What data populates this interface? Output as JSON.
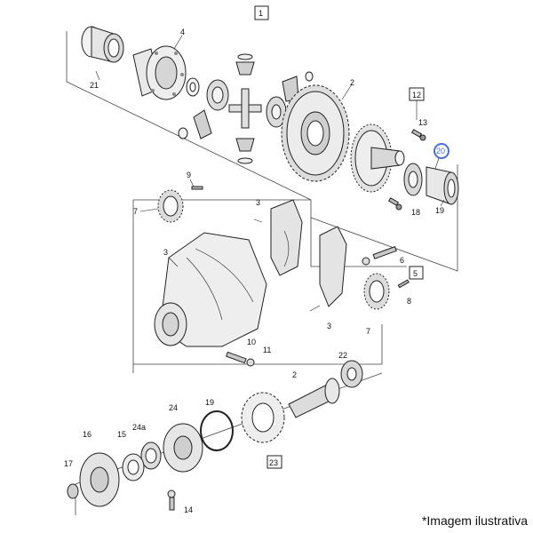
{
  "callouts": {
    "c1": "1",
    "c2a": "2",
    "c2b": "2",
    "c3a": "3",
    "c3b": "3",
    "c3c": "3",
    "c4": "4",
    "c5": "5",
    "c6": "6",
    "c7a": "7",
    "c7b": "7",
    "c8": "8",
    "c9": "9",
    "c10": "10",
    "c11": "11",
    "c12": "12",
    "c13": "13",
    "c14": "14",
    "c15": "15",
    "c16": "16",
    "c17": "17",
    "c18": "18",
    "c19": "19",
    "c20": "20",
    "c21": "21",
    "c22": "22",
    "c23": "23",
    "c24": "24",
    "c24a": "24a"
  },
  "highlight": {
    "part": "20",
    "color": "#4a6fd1"
  },
  "caption": "*Imagem ilustrativa"
}
